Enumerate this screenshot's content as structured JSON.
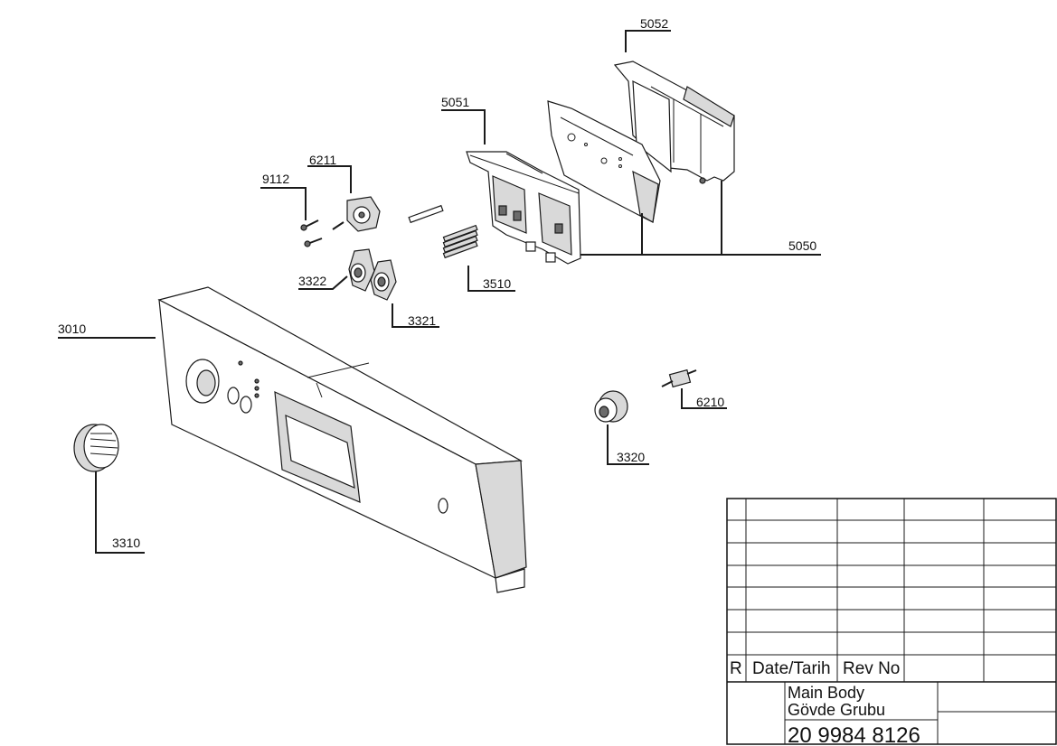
{
  "parts": {
    "p5052": "5052",
    "p5051": "5051",
    "p6211": "6211",
    "p9112": "9112",
    "p5050": "5050",
    "p3322": "3322",
    "p3510": "3510",
    "p3321": "3321",
    "p3010": "3010",
    "p6210": "6210",
    "p3320": "3320",
    "p3310": "3310"
  },
  "title_block": {
    "rev_col": "R",
    "date_col": "Date/Tarih",
    "revno_col": "Rev No",
    "title_line1": "Main Body",
    "title_line2": "Gövde Grubu",
    "drawing_number": "20 9984 8126"
  }
}
